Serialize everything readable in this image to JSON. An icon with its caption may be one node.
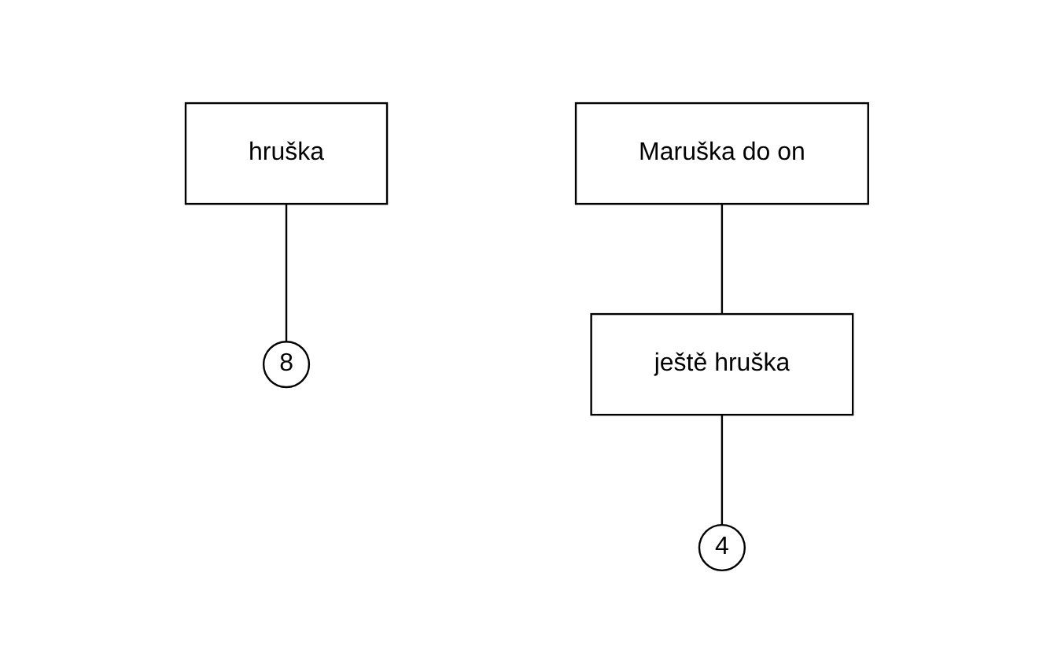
{
  "diagram": {
    "nodes": [
      {
        "text": [
          "hruška"
        ]
      },
      {
        "text": [
          "8"
        ]
      },
      {
        "text": [
          "Maruška do on"
        ]
      },
      {
        "text": [
          "ještě hruška"
        ]
      },
      {
        "text": [
          "4"
        ]
      }
    ],
    "edges": [
      {
        "from": 0,
        "to": 1,
        "arrow": "none"
      },
      {
        "from": 2,
        "to": 3,
        "arrow": "none"
      },
      {
        "from": 3,
        "to": 4,
        "arrow": "none"
      }
    ]
  }
}
